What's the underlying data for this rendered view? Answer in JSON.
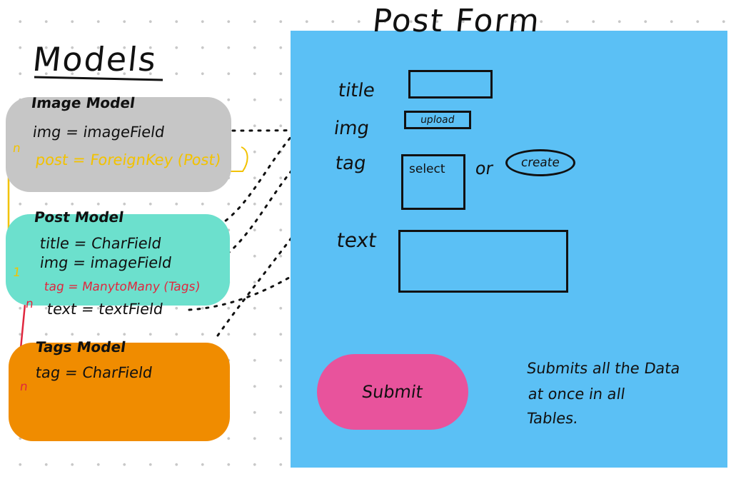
{
  "models_title": "Models",
  "image_model": {
    "name": "Image Model",
    "fields": [
      "img = imageField",
      "post = ForeignKey (Post)"
    ],
    "color": "#c6c6c6"
  },
  "post_model": {
    "name": "Post Model",
    "fields": [
      "title = CharField",
      "img = imageField",
      "tag = ManytoMany (Tags)",
      "text = textField"
    ],
    "color": "#6ce0cd"
  },
  "tags_model": {
    "name": "Tags Model",
    "fields": [
      "tag = CharField"
    ],
    "color": "#f08c00"
  },
  "relations": {
    "image_to_post_left": "n",
    "image_to_post_right": "1",
    "post_to_tags_left": "n",
    "post_to_tags_right": "n"
  },
  "form": {
    "title": "Post Form",
    "panel_color": "#5bc0f5",
    "fields": [
      {
        "label": "title"
      },
      {
        "label": "img",
        "control": "upload"
      },
      {
        "label": "tag",
        "control": "select",
        "alt_word": "or",
        "alt_control": "create"
      },
      {
        "label": "text"
      }
    ],
    "submit_label": "Submit",
    "submit_color": "#e8539c",
    "note_line1": "Submits all the Data",
    "note_line2": "at once in all",
    "note_line3": "Tables."
  },
  "colors": {
    "ink": "#111111",
    "foreign_key": "#f2c200",
    "many_to_many": "#e0273e"
  }
}
